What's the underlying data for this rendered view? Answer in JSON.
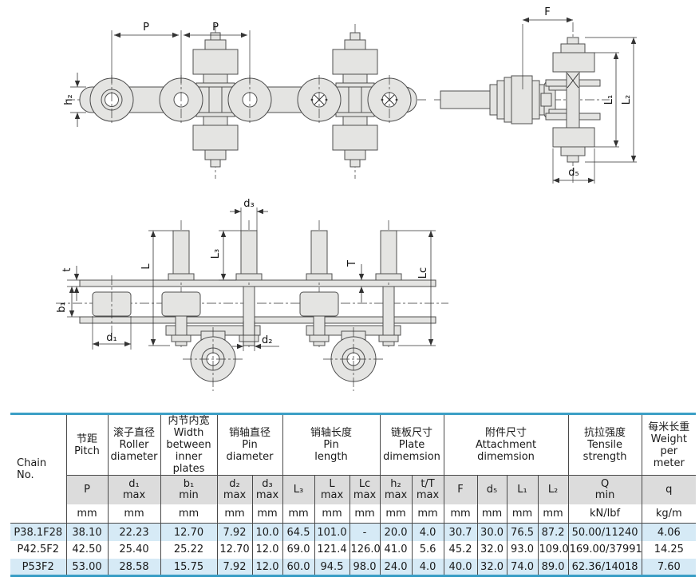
{
  "drawings": {
    "top_left": {
      "p1": "P",
      "p2": "P",
      "h2": "h₂"
    },
    "top_right": {
      "f": "F",
      "l1": "L₁",
      "l2": "L₂",
      "d5": "d₅"
    },
    "elevation": {
      "t": "t",
      "b1": "b₁",
      "d1": "d₁",
      "l": "L",
      "l3": "L₃",
      "d3": "d₃",
      "d2": "d₂",
      "tt": "T",
      "lc": "Lc"
    }
  },
  "table": {
    "chain_no_label": "Chain No.",
    "groups": [
      "节距\nPitch",
      "滚子直径\nRoller\ndiameter",
      "内节内宽\nWidth\nbetween\ninner plates",
      "销轴直径\nPin\ndiameter",
      "销轴长度\nPin\nlength",
      "链板尺寸\nPlate\ndimemsion",
      "附件尺寸\nAttachment\ndimemsion",
      "抗拉强度\nTensile\nstrength",
      "每米长重\nWeight\nper\nmeter"
    ],
    "symbols": [
      "P",
      "d₁\nmax",
      "b₁\nmin",
      "d₂\nmax",
      "d₃\nmax",
      "L₃",
      "L\nmax",
      "Lc\nmax",
      "h₂\nmax",
      "t/T\nmax",
      "F",
      "d₅",
      "L₁",
      "L₂",
      "Q\nmin",
      "q"
    ],
    "units": [
      "mm",
      "mm",
      "mm",
      "mm",
      "mm",
      "mm",
      "mm",
      "mm",
      "mm",
      "mm",
      "mm",
      "mm",
      "mm",
      "mm",
      "kN/lbf",
      "kg/m"
    ],
    "rows": [
      [
        "P38.1F28",
        "38.10",
        "22.23",
        "12.70",
        "7.92",
        "10.0",
        "64.5",
        "101.0",
        "-",
        "20.0",
        "4.0",
        "30.7",
        "30.0",
        "76.5",
        "87.2",
        "50.00/11240",
        "4.06"
      ],
      [
        "P42.5F2",
        "42.50",
        "25.40",
        "25.22",
        "12.70",
        "12.0",
        "69.0",
        "121.4",
        "126.0",
        "41.0",
        "5.6",
        "45.2",
        "32.0",
        "93.0",
        "109.0",
        "169.00/37991",
        "14.25"
      ],
      [
        "P53F2",
        "53.00",
        "28.58",
        "15.75",
        "7.92",
        "12.0",
        "60.0",
        "94.5",
        "98.0",
        "24.0",
        "4.0",
        "40.0",
        "32.0",
        "74.0",
        "89.0",
        "62.36/14018",
        "7.60"
      ]
    ]
  },
  "colors": {
    "accent_teal": "#3c9fc6",
    "row_highlight": "#d6eaf6",
    "header_gray": "#dcdcdc",
    "part_fill": "#e4e4e2",
    "line_dark": "#4a4a4a"
  }
}
